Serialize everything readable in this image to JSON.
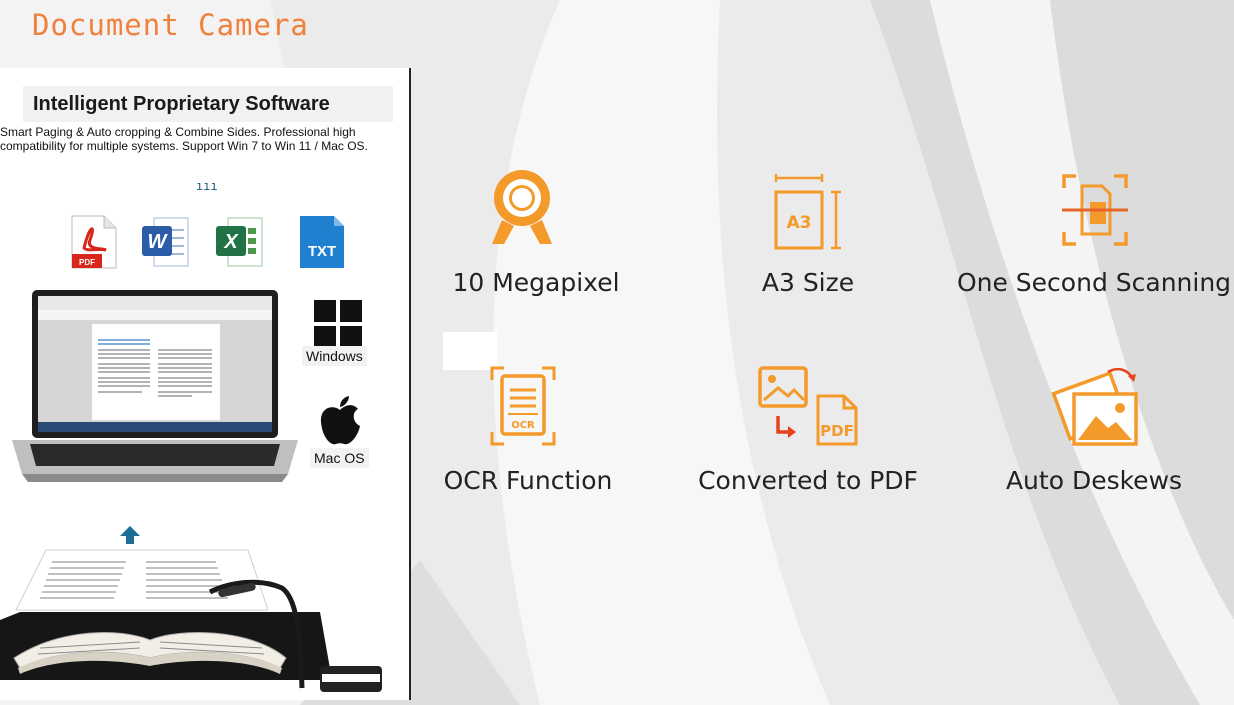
{
  "title": "Document Camera",
  "panel": {
    "heading": "Intelligent Proprietary Software",
    "description": "Smart Paging & Auto cropping & Combine Sides. Professional high compatibility for multiple systems. Support Win 7 to Win 11 / Mac OS.",
    "file_formats": [
      {
        "icon": "pdf-file-icon",
        "label": "PDF"
      },
      {
        "icon": "word-file-icon",
        "label": "W"
      },
      {
        "icon": "excel-file-icon",
        "label": "X"
      },
      {
        "icon": "txt-file-icon",
        "label": "TXT"
      }
    ],
    "windows_label": "Windows",
    "mac_label": "Mac OS"
  },
  "features": [
    {
      "label": "10 Megapixel",
      "icon": "webcam-icon"
    },
    {
      "label": "A3 Size",
      "icon": "a3-size-icon"
    },
    {
      "label": "One Second Scanning",
      "icon": "scan-document-icon"
    },
    {
      "label": "OCR Function",
      "icon": "ocr-document-icon"
    },
    {
      "label": "Converted to PDF",
      "icon": "image-to-pdf-icon"
    },
    {
      "label": "Auto Deskews",
      "icon": "deskew-image-icon"
    }
  ],
  "icon_labels": {
    "a3": "A3",
    "ocr": "OCR",
    "pdf": "PDF"
  },
  "colors": {
    "accent": "#f0803c",
    "icon_orange": "#f39a2a",
    "text": "#222222"
  }
}
